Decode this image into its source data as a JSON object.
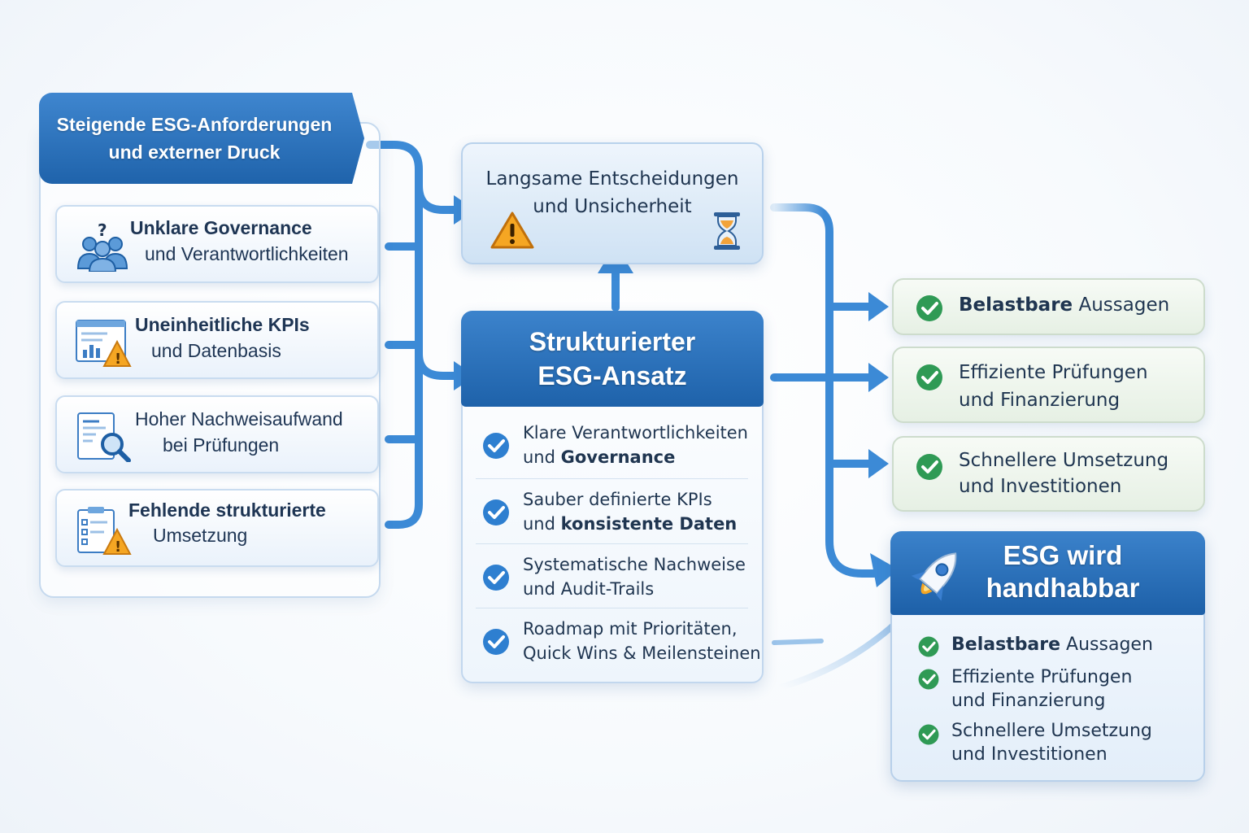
{
  "colors": {
    "primary_blue": "#2a72bf",
    "arrow_blue": "#3c8ad6",
    "check_green": "#2f9a55",
    "warning_orange": "#f0a020"
  },
  "left_group": {
    "banner": {
      "line1": "Steigende ESG-Anforderungen",
      "line2": "und externer Druck"
    },
    "cards": [
      {
        "line1": "Unklare Governance",
        "line2": "und Verantwortlichkeiten",
        "icon": "people-question-icon"
      },
      {
        "line1": "Uneinheitliche KPIs",
        "line2": "und Datenbasis",
        "icon": "chart-warning-icon"
      },
      {
        "line1": "Hoher Nachweisaufwand",
        "line2": "bei Prüfungen",
        "icon": "document-search-icon"
      },
      {
        "line1": "Fehlende strukturierte",
        "line2": "Umsetzung",
        "icon": "checklist-warning-icon"
      }
    ]
  },
  "top_box": {
    "line1": "Langsame Entscheidungen",
    "line2": "und Unsicherheit",
    "icons": [
      "warning-icon",
      "hourglass-icon"
    ]
  },
  "central": {
    "title_line1": "Strukturierter",
    "title_line2": "ESG-Ansatz",
    "items": [
      {
        "line1": "Klare Verantwortlichkeiten",
        "line2_normal": "und ",
        "line2_bold": "Governance"
      },
      {
        "line1": "Sauber definierte KPIs",
        "line2_normal": "und ",
        "line2_bold": "konsistente Daten"
      },
      {
        "line1": "Systematische Nachweise",
        "line2_normal": "und Audit-Trails",
        "line2_bold": ""
      },
      {
        "line1": "Roadmap mit Prioritäten,",
        "line2_normal": "Quick Wins & Meilensteinen",
        "line2_bold": ""
      }
    ]
  },
  "outcomes": [
    {
      "bold": "Belastbare",
      "rest": " Aussagen",
      "line2": ""
    },
    {
      "bold": "",
      "rest": "Effiziente Prüfungen",
      "line2": "und Finanzierung"
    },
    {
      "bold": "",
      "rest": "Schnellere Umsetzung",
      "line2": "und Investitionen"
    }
  ],
  "final": {
    "title_line1": "ESG wird",
    "title_line2": "handhabbar",
    "icon": "rocket-icon",
    "items": [
      {
        "bold": "Belastbare",
        "rest": " Aussagen",
        "line2": ""
      },
      {
        "bold": "",
        "rest": "Effiziente Prüfungen",
        "line2": "und Finanzierung"
      },
      {
        "bold": "",
        "rest": "Schnellere Umsetzung",
        "line2": "und Investitionen"
      }
    ]
  }
}
